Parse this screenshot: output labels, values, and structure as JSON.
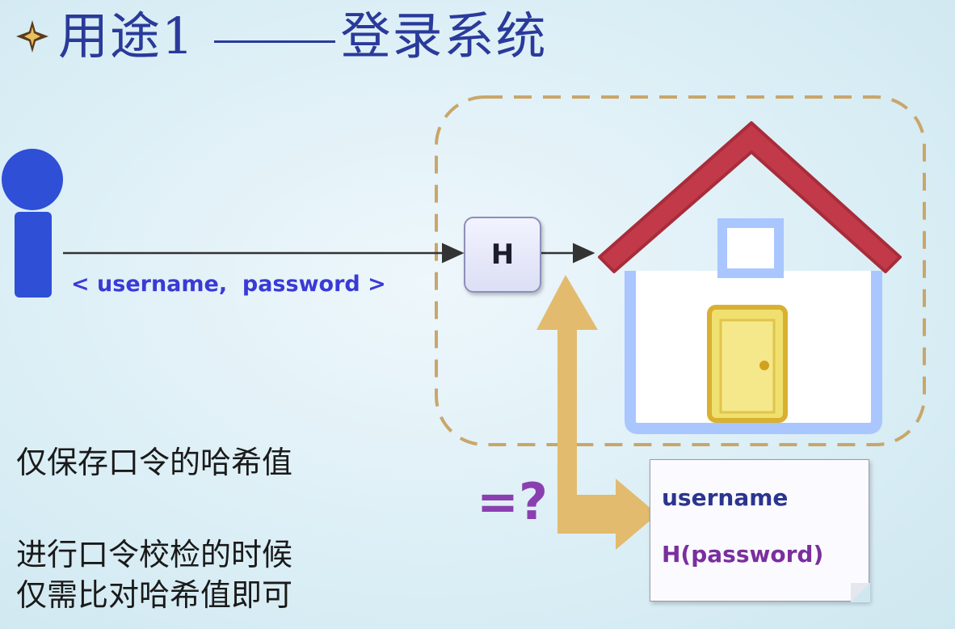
{
  "title": {
    "main": "用途1",
    "sub": "登录系统"
  },
  "credentials_label": "< username,  password >",
  "hash_box_label": "H",
  "compare_symbol": "=?",
  "stored_record": {
    "username": "username",
    "hashed_password": "H(password)"
  },
  "notes": [
    "仅保存口令的哈希值",
    "进行口令校检的时候",
    "仅需比对哈希值即可"
  ],
  "colors": {
    "title": "#2a3a9a",
    "user": "#2f4fd6",
    "roof": "#c23a4a",
    "wall": "#a9c6ff",
    "door": "#f0e070",
    "double_arrow": "#e2bb6e",
    "compare": "#8a3fb0",
    "dashed_border": "#c9a66a"
  }
}
